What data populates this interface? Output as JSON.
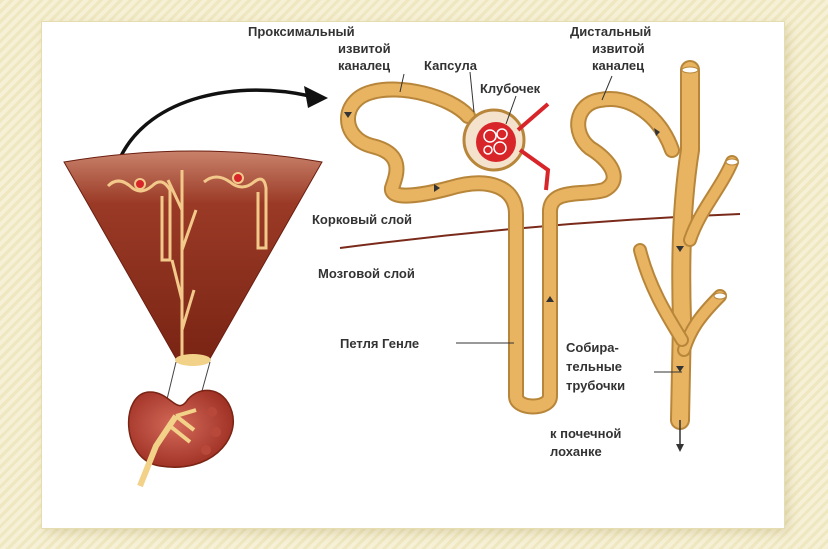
{
  "labels": {
    "proximal": [
      "Проксимальный",
      "извитой",
      "каналец"
    ],
    "capsule": "Капсула",
    "glomerulus": "Клубочек",
    "distal": [
      "Дистальный",
      "извитой",
      "каналец"
    ],
    "cortex": "Корковый слой",
    "medulla": "Мозговой слой",
    "loop": "Петля Генле",
    "collecting": [
      "Собира-",
      "тельные",
      "трубочки"
    ],
    "pelvis": [
      "к почечной",
      "лоханке"
    ]
  },
  "colors": {
    "tubule": "#e8b462",
    "tubule_edge": "#b8863a",
    "wedge": "#8a2b1c",
    "glomerulus": "#d8252a",
    "background_frame": "#f4efd2"
  }
}
